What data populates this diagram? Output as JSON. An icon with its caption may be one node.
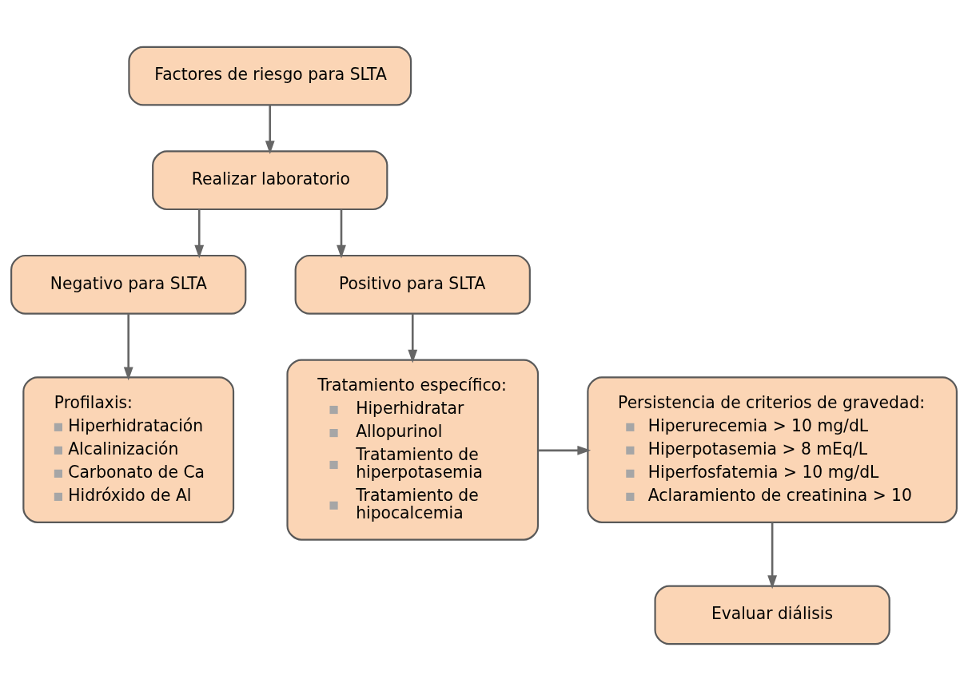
{
  "diagram": {
    "nodes": [
      {
        "text": [
          "Factores de riesgo para SLTA"
        ]
      },
      {
        "text": [
          "Realizar laboratorio"
        ]
      },
      {
        "text": [
          "Negativo para SLTA"
        ]
      },
      {
        "text": [
          "Positivo para SLTA"
        ]
      },
      {
        "text": [
          "Profilaxis:",
          "Hiperhidratación",
          "Alcalinización",
          "Carbonato de Ca",
          "Hidróxido de Al"
        ]
      },
      {
        "text": [
          "Tratamiento específico:",
          "Hiperhidratar",
          "Allopurinol",
          "Tratamiento de hiperpotasemia",
          "Tratamiento de hipocalcemia"
        ]
      },
      {
        "text": [
          "Persistencia de criterios de gravedad:",
          "Hiperurecemia > 10 mg/dL",
          "Hiperpotasemia > 8 mEq/L",
          "Hiperfosfatemia > 10 mg/dL",
          "Aclaramiento de creatinina > 10"
        ]
      },
      {
        "text": [
          "Evaluar diálisis"
        ]
      }
    ],
    "edges": [
      {
        "from": 0,
        "to": 1,
        "arrow": "to"
      },
      {
        "from": 1,
        "to": 2,
        "arrow": "to"
      },
      {
        "from": 1,
        "to": 3,
        "arrow": "to"
      },
      {
        "from": 2,
        "to": 4,
        "arrow": "to"
      },
      {
        "from": 3,
        "to": 5,
        "arrow": "to"
      },
      {
        "from": 5,
        "to": 6,
        "arrow": "to"
      },
      {
        "from": 6,
        "to": 7,
        "arrow": "to"
      }
    ]
  }
}
